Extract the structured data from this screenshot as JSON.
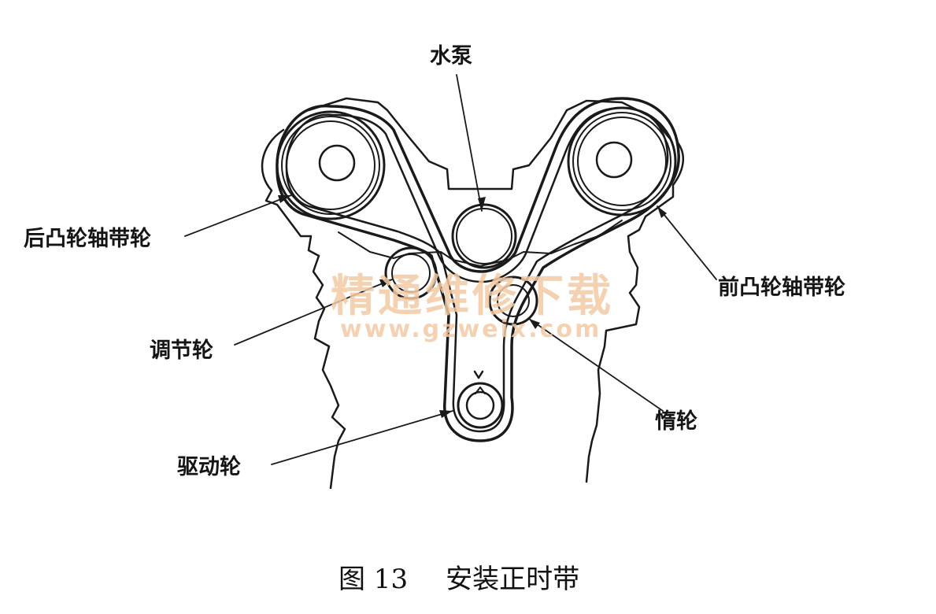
{
  "labels": {
    "water_pump": "水泵",
    "rear_cam_pulley": "后凸轮轴带轮",
    "front_cam_pulley": "前凸轮轴带轮",
    "tensioner": "调节轮",
    "idler": "惰轮",
    "drive_pulley": "驱动轮"
  },
  "watermark": {
    "chinese": "精通维修下载",
    "url": "www.gzweix.com"
  },
  "caption": {
    "figure_number": "图 13",
    "title": "安装正时带"
  }
}
